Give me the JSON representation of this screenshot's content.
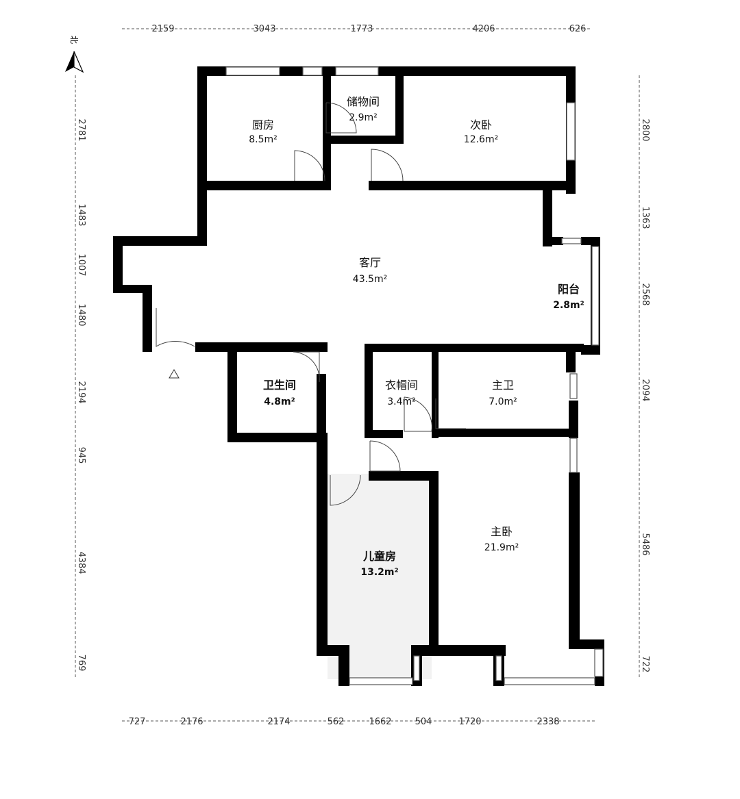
{
  "compass": {
    "label": "北",
    "icon": "north-arrow-icon"
  },
  "dims": {
    "top": [
      "2159",
      "3043",
      "1773",
      "4206",
      "626"
    ],
    "bottom": [
      "727",
      "2176",
      "2174",
      "562",
      "1662",
      "504",
      "1720",
      "2338"
    ],
    "left": [
      "2781",
      "1483",
      "1007",
      "1480",
      "2194",
      "945",
      "4384",
      "769"
    ],
    "right": [
      "2800",
      "1363",
      "2568",
      "2094",
      "5486",
      "722"
    ]
  },
  "rooms": {
    "kitchen": {
      "name": "厨房",
      "area": "8.5m²"
    },
    "storage": {
      "name": "储物间",
      "area": "2.9m²"
    },
    "bedroom2": {
      "name": "次卧",
      "area": "12.6m²"
    },
    "living": {
      "name": "客厅",
      "area": "43.5m²"
    },
    "balcony": {
      "name": "阳台",
      "area": "2.8m²"
    },
    "bathroom": {
      "name": "卫生间",
      "area": "4.8m²"
    },
    "closet": {
      "name": "衣帽间",
      "area": "3.4m²"
    },
    "masterbath": {
      "name": "主卫",
      "area": "7.0m²"
    },
    "master": {
      "name": "主卧",
      "area": "21.9m²"
    },
    "kids": {
      "name": "儿童房",
      "area": "13.2m²"
    }
  },
  "colors": {
    "wall": "#000000",
    "kids_fill": "#f2f2f2",
    "text": "#111111"
  }
}
